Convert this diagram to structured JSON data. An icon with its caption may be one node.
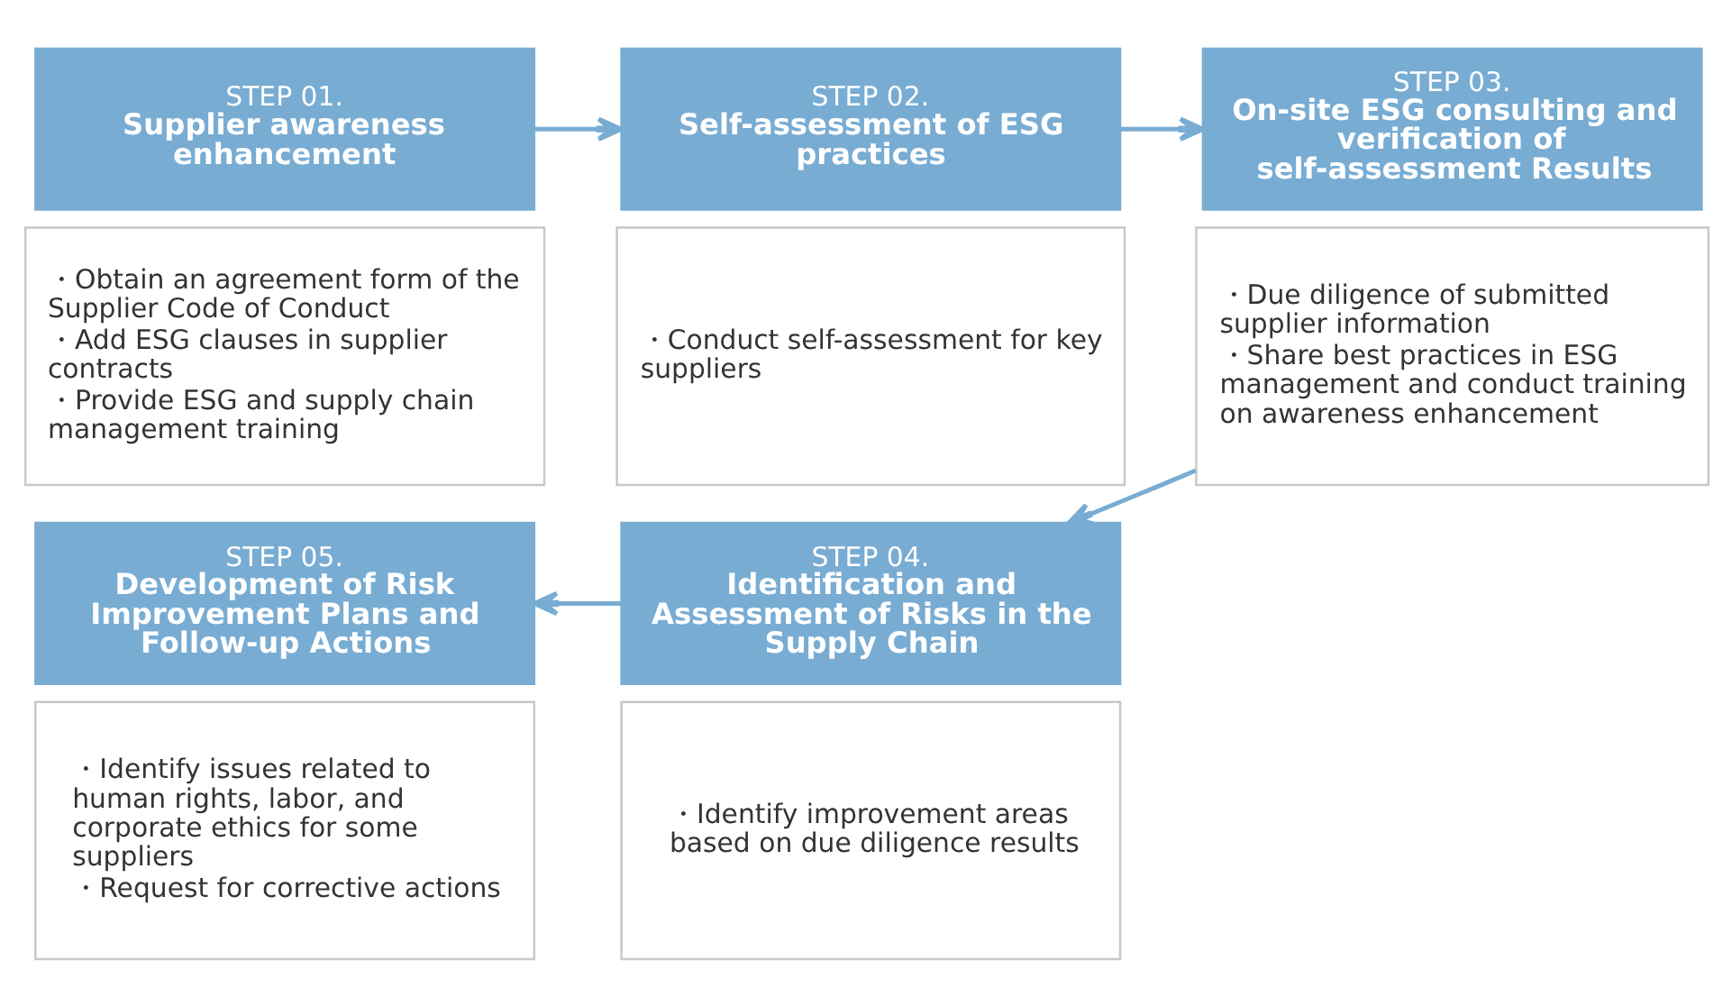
{
  "diagram": {
    "nodes": [
      {
        "text": [
          "STEP 01.",
          "Supplier awareness enhancement"
        ]
      },
      {
        "text": [
          "・Obtain an agreement form of the Supplier Code of Conduct",
          "・Add ESG clauses in supplier contracts",
          "・Provide ESG and supply chain management training"
        ]
      },
      {
        "text": [
          "STEP 02.",
          "Self-assessment of ESG practices"
        ]
      },
      {
        "text": [
          "・Conduct self-assessment for key suppliers"
        ]
      },
      {
        "text": [
          "STEP 03.",
          "On-site ESG consulting and verification of self-assessment Results"
        ]
      },
      {
        "text": [
          "・Due diligence of submitted supplier information",
          "・Share best practices in ESG management and conduct training on awareness enhancement"
        ]
      },
      {
        "text": [
          "STEP 05.",
          "Development of Risk Improvement Plans and Follow-up Actions"
        ]
      },
      {
        "text": [
          "・Identify issues related to human rights, labor, and corporate ethics for some suppliers",
          "・Request for corrective actions"
        ]
      },
      {
        "text": [
          "STEP 04.",
          "Identification and Assessment of Risks in the Supply Chain"
        ]
      },
      {
        "text": [
          "・Identify improvement areas based on due diligence results"
        ]
      }
    ],
    "edges": [
      {
        "from": 0,
        "to": 2,
        "arrow": "to"
      },
      {
        "from": 2,
        "to": 4,
        "arrow": "to"
      },
      {
        "from": 5,
        "to": 8,
        "arrow": "to"
      },
      {
        "from": 8,
        "to": 6,
        "arrow": "to"
      }
    ]
  }
}
